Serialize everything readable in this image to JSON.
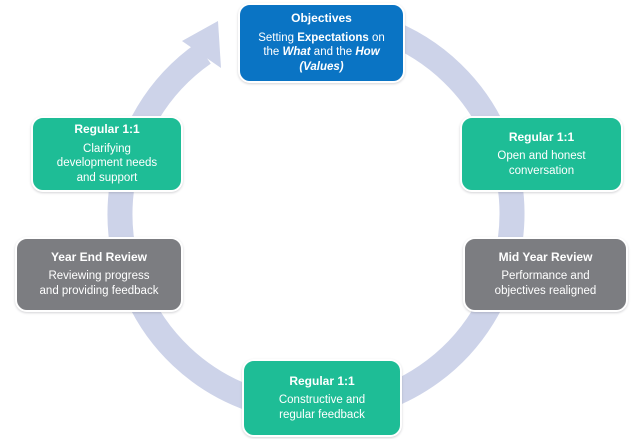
{
  "colors": {
    "blue": "#0a74c4",
    "green": "#1ebd96",
    "gray": "#7c7d81",
    "arrow": "#cdd3e9",
    "text": "#ffffff",
    "background": "#ffffff",
    "box_border": "#ffffff"
  },
  "icons": {
    "cycle_arrow": "clockwise-cycle-arrow"
  },
  "boxes": {
    "objectives": {
      "title": "Objectives",
      "l1a": "Setting ",
      "l1b": "Expectations",
      "l1c": " on",
      "l2a": "the ",
      "l2b": "What",
      "l2c": " and the ",
      "l2d": "How",
      "l3": "(Values)"
    },
    "regular_right": {
      "title": "Regular 1:1",
      "lines": [
        "Open and honest",
        "conversation"
      ]
    },
    "mid_year": {
      "title": "Mid Year Review",
      "lines": [
        "Performance and",
        "objectives realigned"
      ]
    },
    "regular_bottom": {
      "title": "Regular 1:1",
      "lines": [
        "Constructive and",
        "regular feedback"
      ]
    },
    "year_end": {
      "title": "Year End Review",
      "lines": [
        "Reviewing progress",
        "and providing feedback"
      ]
    },
    "regular_left": {
      "title": "Regular 1:1",
      "lines": [
        "Clarifying",
        "development needs",
        "and support"
      ]
    }
  }
}
